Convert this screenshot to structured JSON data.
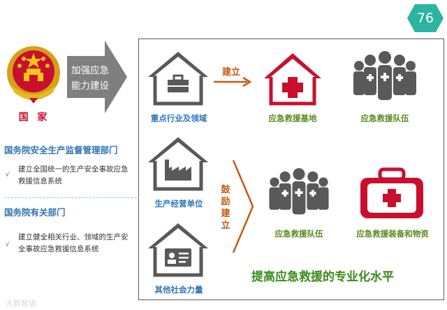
{
  "page_number": "76",
  "left": {
    "country_label": "国 家",
    "arrow_line1": "加强应急",
    "arrow_line2": "能力建设",
    "dept1": {
      "title": "国务院安全生产监督管理部门",
      "bullet": "√",
      "text": "建立全国统一的生产安全事故应急救援信息系统"
    },
    "dept2": {
      "title": "国务院有关部门",
      "bullet": "√",
      "text": "建立健全相关行业、领域的生产安全事故应急救援信息系统"
    }
  },
  "diagram": {
    "sources": [
      {
        "label": "重点行业及领域",
        "icon": "briefcase-icon"
      },
      {
        "label": "生产经营单位",
        "icon": "factory-icon"
      },
      {
        "label": "其他社会力量",
        "icon": "id-card-icon"
      }
    ],
    "establish_label": "建立",
    "encourage_label_chars": [
      "鼓",
      "励",
      "建",
      "立"
    ],
    "targets_top": [
      "应急救援基地",
      "应急救援队伍"
    ],
    "targets_bottom": [
      "应急救援队伍",
      "应急救援装备和物资"
    ],
    "goal": "提高应急救援的专业化水平"
  },
  "watermark": "大数智语",
  "colors": {
    "blue": "#2e75b6",
    "red": "#c8102e",
    "orange": "#c55a11",
    "green": "#3a8c1a",
    "gray": "#595959",
    "badge": "#2bb5a0"
  }
}
